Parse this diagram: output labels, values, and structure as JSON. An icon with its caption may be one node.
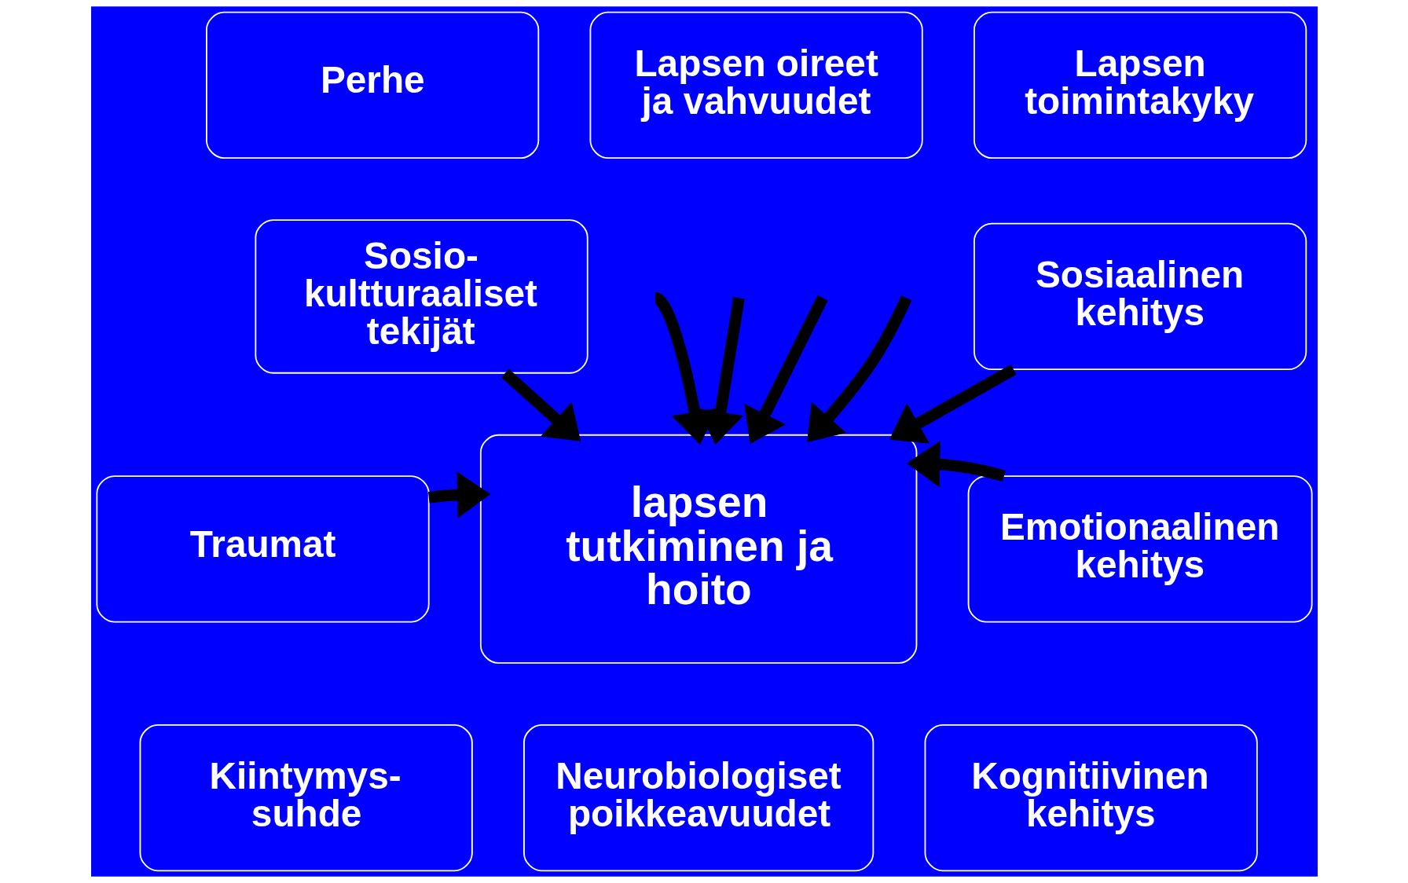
{
  "diagram": {
    "nodes": [
      {
        "text": [
          "Perhe"
        ]
      },
      {
        "text": [
          "Lapsen oireet ja vahvuudet"
        ]
      },
      {
        "text": [
          "Lapsen toimintakyky"
        ]
      },
      {
        "text": [
          "Sosio- kultturaaliset tekijät"
        ]
      },
      {
        "text": [
          "Sosiaalinen kehitys"
        ]
      },
      {
        "text": [
          "lapsen tutkiminen ja hoito"
        ]
      },
      {
        "text": [
          "Traumat"
        ]
      },
      {
        "text": [
          "Emotionaalinen kehitys"
        ]
      },
      {
        "text": [
          "Kiintymys- suhde"
        ]
      },
      {
        "text": [
          "Neurobiologiset poikkeavuudet"
        ]
      },
      {
        "text": [
          "Kognitiivinen kehitys"
        ]
      }
    ],
    "edges": [
      {
        "from": null,
        "to": 5,
        "arrow": "to"
      },
      {
        "from": null,
        "to": 5,
        "arrow": "to"
      },
      {
        "from": null,
        "to": 5,
        "arrow": "to"
      },
      {
        "from": null,
        "to": 5,
        "arrow": "to"
      },
      {
        "from": 3,
        "to": 5,
        "arrow": "to"
      },
      {
        "from": 4,
        "to": 5,
        "arrow": "to"
      },
      {
        "from": 6,
        "to": 5,
        "arrow": "to"
      },
      {
        "from": 7,
        "to": 5,
        "arrow": "to"
      }
    ]
  }
}
